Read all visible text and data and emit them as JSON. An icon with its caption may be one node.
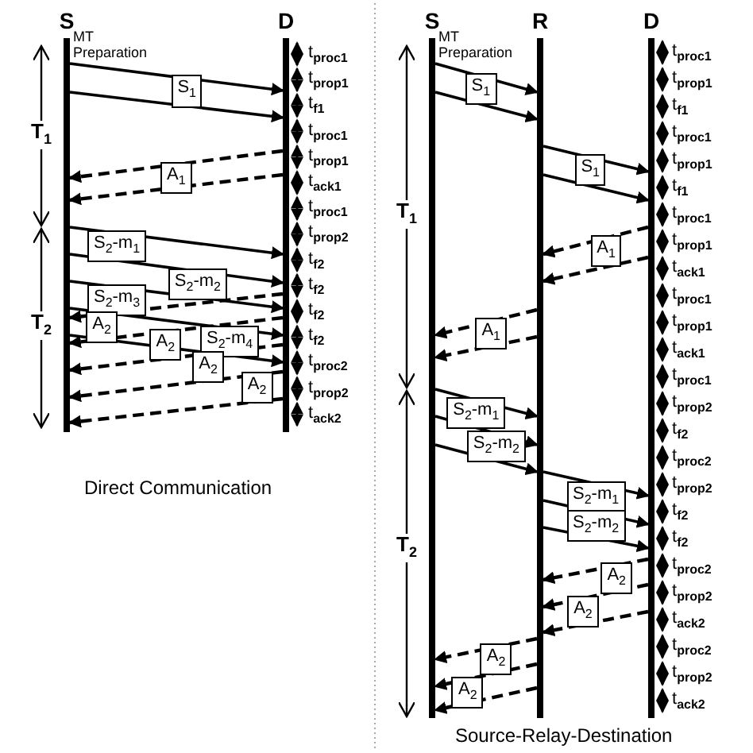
{
  "diagram": {
    "nodes": [
      {
        "text": [
          "S"
        ]
      },
      {
        "text": [
          "D"
        ]
      },
      {
        "text": [
          "S"
        ]
      },
      {
        "text": [
          "R"
        ]
      },
      {
        "text": [
          "D"
        ]
      }
    ],
    "edges": [
      {
        "from": 0,
        "to": 1,
        "arrow": "to",
        "label": "S$_{1}$"
      },
      {
        "from": 0,
        "to": 1,
        "arrow": "to"
      },
      {
        "from": 1,
        "to": 0,
        "arrow": "to",
        "style": "dashed",
        "label": "A$_{1}$"
      },
      {
        "from": 1,
        "to": 0,
        "arrow": "to",
        "style": "dashed"
      },
      {
        "from": 0,
        "to": 1,
        "arrow": "to",
        "label": "S$_{2}$-m$_{1}$"
      },
      {
        "from": 0,
        "to": 1,
        "arrow": "to",
        "label": "S$_{2}$-m$_{2}$"
      },
      {
        "from": 0,
        "to": 1,
        "arrow": "to",
        "label": "S$_{2}$-m$_{3}$"
      },
      {
        "from": 0,
        "to": 1,
        "arrow": "to",
        "label": "S$_{2}$-m$_{4}$"
      },
      {
        "from": 0,
        "to": 1,
        "arrow": "to"
      },
      {
        "from": 1,
        "to": 0,
        "arrow": "to",
        "style": "dashed",
        "label": "A$_{2}$"
      },
      {
        "from": 1,
        "to": 0,
        "arrow": "to",
        "style": "dashed",
        "label": "A$_{2}$"
      },
      {
        "from": 1,
        "to": 0,
        "arrow": "to",
        "style": "dashed",
        "label": "A$_{2}$"
      },
      {
        "from": 1,
        "to": 0,
        "arrow": "to",
        "style": "dashed",
        "label": "A$_{2}$"
      },
      {
        "from": 1,
        "to": 0,
        "arrow": "to",
        "style": "dashed"
      },
      {
        "from": 2,
        "to": 3,
        "arrow": "to",
        "label": "S$_{1}$"
      },
      {
        "from": 2,
        "to": 3,
        "arrow": "to"
      },
      {
        "from": 3,
        "to": 4,
        "arrow": "to",
        "label": "S$_{1}$"
      },
      {
        "from": 3,
        "to": 4,
        "arrow": "to"
      },
      {
        "from": 4,
        "to": 3,
        "arrow": "to",
        "style": "dashed",
        "label": "A$_{1}$"
      },
      {
        "from": 4,
        "to": 3,
        "arrow": "to",
        "style": "dashed"
      },
      {
        "from": 3,
        "to": 2,
        "arrow": "to",
        "style": "dashed",
        "label": "A$_{1}$"
      },
      {
        "from": 3,
        "to": 2,
        "arrow": "to",
        "style": "dashed"
      },
      {
        "from": 2,
        "to": 3,
        "arrow": "to",
        "label": "S$_{2}$-m$_{1}$"
      },
      {
        "from": 2,
        "to": 3,
        "arrow": "to",
        "label": "S$_{2}$-m$_{2}$"
      },
      {
        "from": 2,
        "to": 3,
        "arrow": "to"
      },
      {
        "from": 3,
        "to": 4,
        "arrow": "to",
        "label": "S$_{2}$-m$_{1}$"
      },
      {
        "from": 3,
        "to": 4,
        "arrow": "to",
        "label": "S$_{2}$-m$_{2}$"
      },
      {
        "from": 3,
        "to": 4,
        "arrow": "to"
      },
      {
        "from": 4,
        "to": 3,
        "arrow": "to",
        "style": "dashed",
        "label": "A$_{2}$"
      },
      {
        "from": 4,
        "to": 3,
        "arrow": "to",
        "style": "dashed",
        "label": "A$_{2}$"
      },
      {
        "from": 4,
        "to": 3,
        "arrow": "to",
        "style": "dashed"
      },
      {
        "from": 3,
        "to": 2,
        "arrow": "to",
        "style": "dashed",
        "label": "A$_{2}$"
      },
      {
        "from": 3,
        "to": 2,
        "arrow": "to",
        "style": "dashed",
        "label": "A$_{2}$"
      },
      {
        "from": 3,
        "to": 2,
        "arrow": "to",
        "style": "dashed"
      }
    ],
    "labels": [
      "MT Preparation",
      "T$_{1}$",
      "T$_{2}$",
      "t$_{proc1}$",
      "t$_{prop1}$",
      "t$_{f1}$",
      "t$_{proc1}$",
      "t$_{prop1}$",
      "t$_{ack1}$",
      "t$_{proc1}$",
      "t$_{prop2}$",
      "t$_{f2}$",
      "t$_{f2}$",
      "t$_{f2}$",
      "t$_{f2}$",
      "t$_{proc2}$",
      "t$_{prop2}$",
      "t$_{ack2}$",
      "Direct Communication",
      "MT Preparation",
      "T$_{1}$",
      "T$_{2}$",
      "t$_{proc1}$",
      "t$_{prop1}$",
      "t$_{f1}$",
      "t$_{proc1}$",
      "t$_{prop1}$",
      "t$_{f1}$",
      "t$_{proc1}$",
      "t$_{prop1}$",
      "t$_{ack1}$",
      "t$_{proc1}$",
      "t$_{prop1}$",
      "t$_{ack1}$",
      "t$_{proc1}$",
      "t$_{prop2}$",
      "t$_{f2}$",
      "t$_{proc2}$",
      "t$_{prop2}$",
      "t$_{f2}$",
      "t$_{f2}$",
      "t$_{proc2}$",
      "t$_{prop2}$",
      "t$_{ack2}$",
      "t$_{proc2}$",
      "t$_{prop2}$",
      "t$_{ack2}$",
      "Source-Relay-Destination"
    ]
  }
}
